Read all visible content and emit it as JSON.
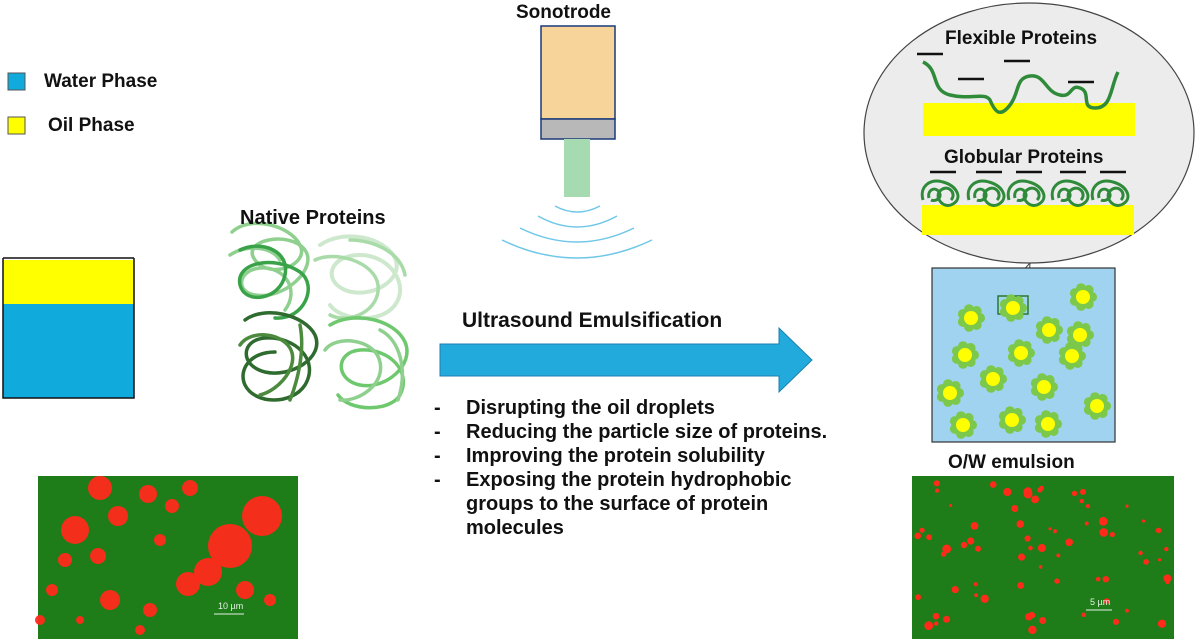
{
  "legend": [
    {
      "label": "Water Phase",
      "color": "#11aadd"
    },
    {
      "label": "Oil Phase",
      "color": "#ffff00"
    }
  ],
  "labels": {
    "sonotrode": "Sonotrode",
    "native_proteins": "Native Proteins",
    "process": "Ultrasound Emulsification",
    "flexible_proteins": "Flexible Proteins",
    "globular_proteins": "Globular Proteins",
    "emulsion": "O/W emulsion"
  },
  "effects": [
    "Disrupting the oil droplets",
    "Reducing the particle size of proteins.",
    "Improving the protein solubility",
    "Exposing the protein hydrophobic groups to the surface of protein molecules"
  ],
  "micrographs": {
    "before_scale": "10 µm",
    "after_scale": "5 µm"
  },
  "colors": {
    "water": "#11aadd",
    "oil": "#ffff00",
    "protein_green": "#3aa34a",
    "arrow": "#22aadd",
    "micrograph_bg": "#1e7d18",
    "micrograph_drop": "#ff2a1a",
    "emulsion_bg": "#9fd3f0"
  }
}
